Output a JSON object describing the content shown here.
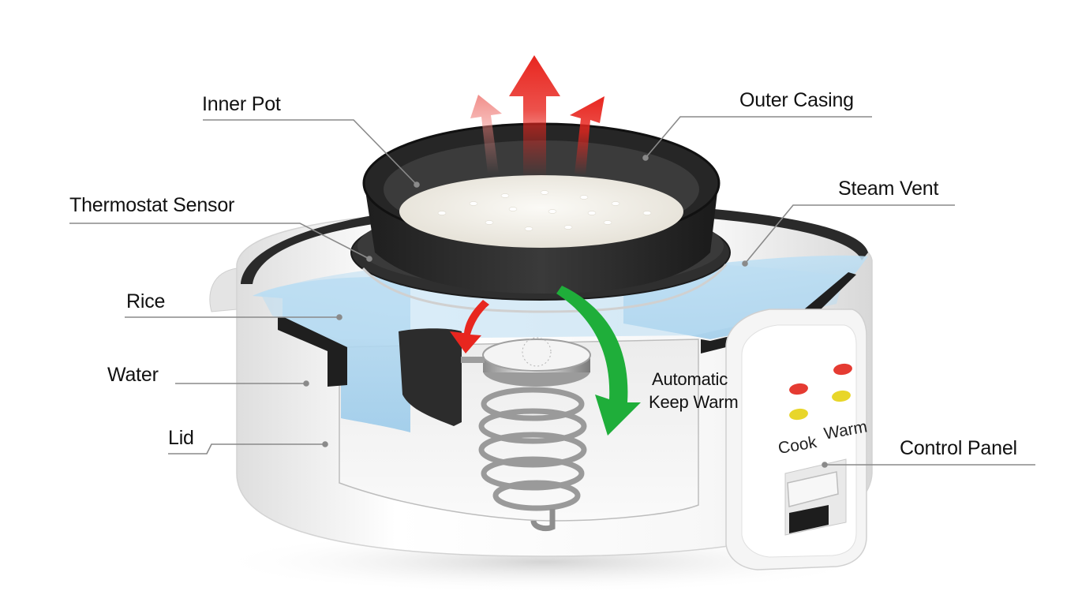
{
  "labels": {
    "inner_pot": "Inner Pot",
    "outer_casing": "Outer Casing",
    "steam_vent": "Steam Vent",
    "thermostat_sensor": "Thermostat Sensor",
    "rice": "Rice",
    "water": "Water",
    "lid": "Lid",
    "control_panel": "Control Panel",
    "automatic": "Automatic",
    "keep_warm": "Keep Warm"
  },
  "panel": {
    "cook": "Cook",
    "warm": "Warm"
  },
  "colors": {
    "steam_arrow": "#e8261f",
    "keep_warm_arrow": "#1fae3a",
    "water": "#a9d4ef",
    "pot": "#2b2b2b",
    "casing": "#f2f2f2",
    "led_red": "#e53b32",
    "led_yellow": "#e8d62a"
  }
}
